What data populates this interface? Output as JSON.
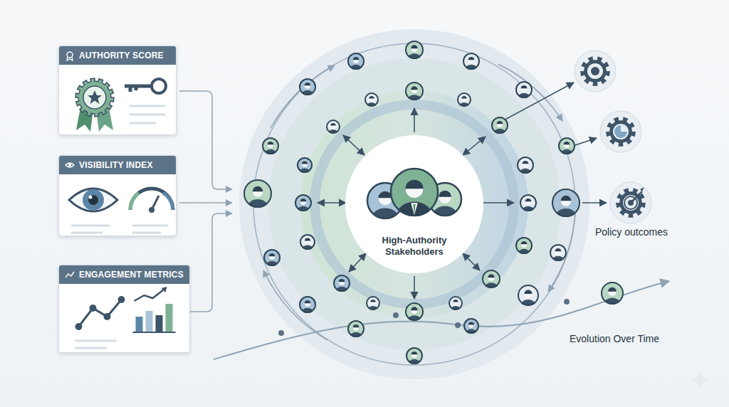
{
  "diagram": {
    "nodes": [
      {
        "text": [
          "AUTHORITY SCORE"
        ]
      },
      {
        "text": [
          "VISIBILITY INDEX"
        ]
      },
      {
        "text": [
          "ENGAGEMENT METRICS"
        ]
      },
      {
        "text": [
          "High-Authority Stakeholders"
        ]
      }
    ],
    "labels": [
      "Policy outcomes",
      "Evolution Over Time"
    ]
  }
}
